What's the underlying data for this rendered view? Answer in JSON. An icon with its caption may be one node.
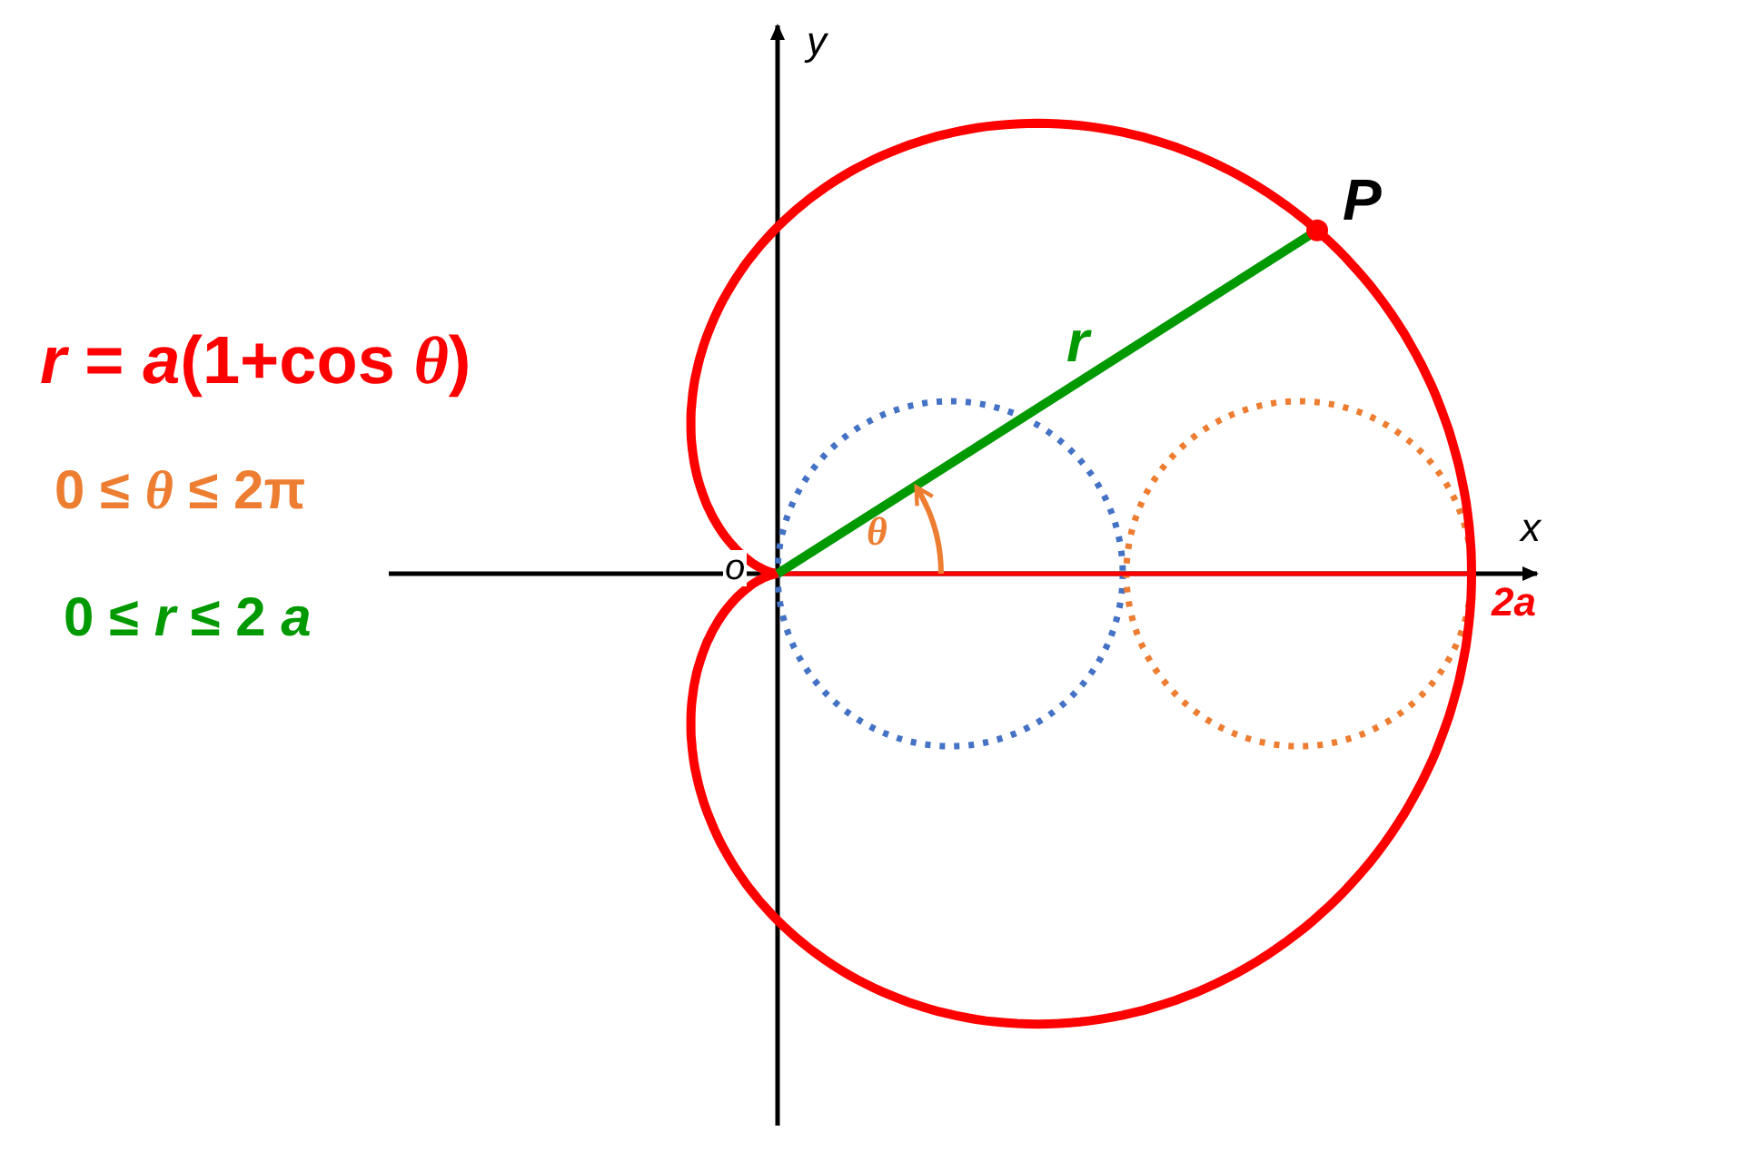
{
  "diagram": {
    "labels": [
      "*r* = *a*(1+cos *θ*)",
      "0 ≤ *θ* ≤ 2π",
      "0 ≤ *r* ≤ 2 *a*",
      "y",
      "x",
      "o",
      "P",
      "r",
      "θ",
      "2a"
    ]
  }
}
